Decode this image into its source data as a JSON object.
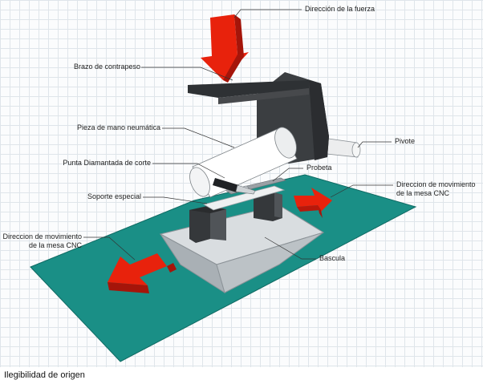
{
  "labels": {
    "force_direction": "Dirección de la fuerza",
    "counterweight_arm": "Brazo de contrapeso",
    "pneumatic_handpiece": "Pieza de mano neumática",
    "diamond_tip": "Punta Diamantada de corte",
    "special_support": "Soporte especial",
    "table_motion_left_line1": "Direccion de movimiento",
    "table_motion_left_line2": "de la mesa CNC",
    "specimen": "Probeta",
    "pivot": "Pivote",
    "table_motion_right_line1": "Direccion de movimiento",
    "table_motion_right_line2": "de la mesa CNC",
    "scale": "Bascula"
  },
  "caption": "Ilegibilidad de origen",
  "colors": {
    "table": "#1a8f86",
    "arrow_red": "#e8220c",
    "arrow_dark_red": "#a5150a",
    "dark_part": "#3a3d40",
    "scale_top": "#cfd4d8",
    "scale_front": "#b3b9be"
  }
}
